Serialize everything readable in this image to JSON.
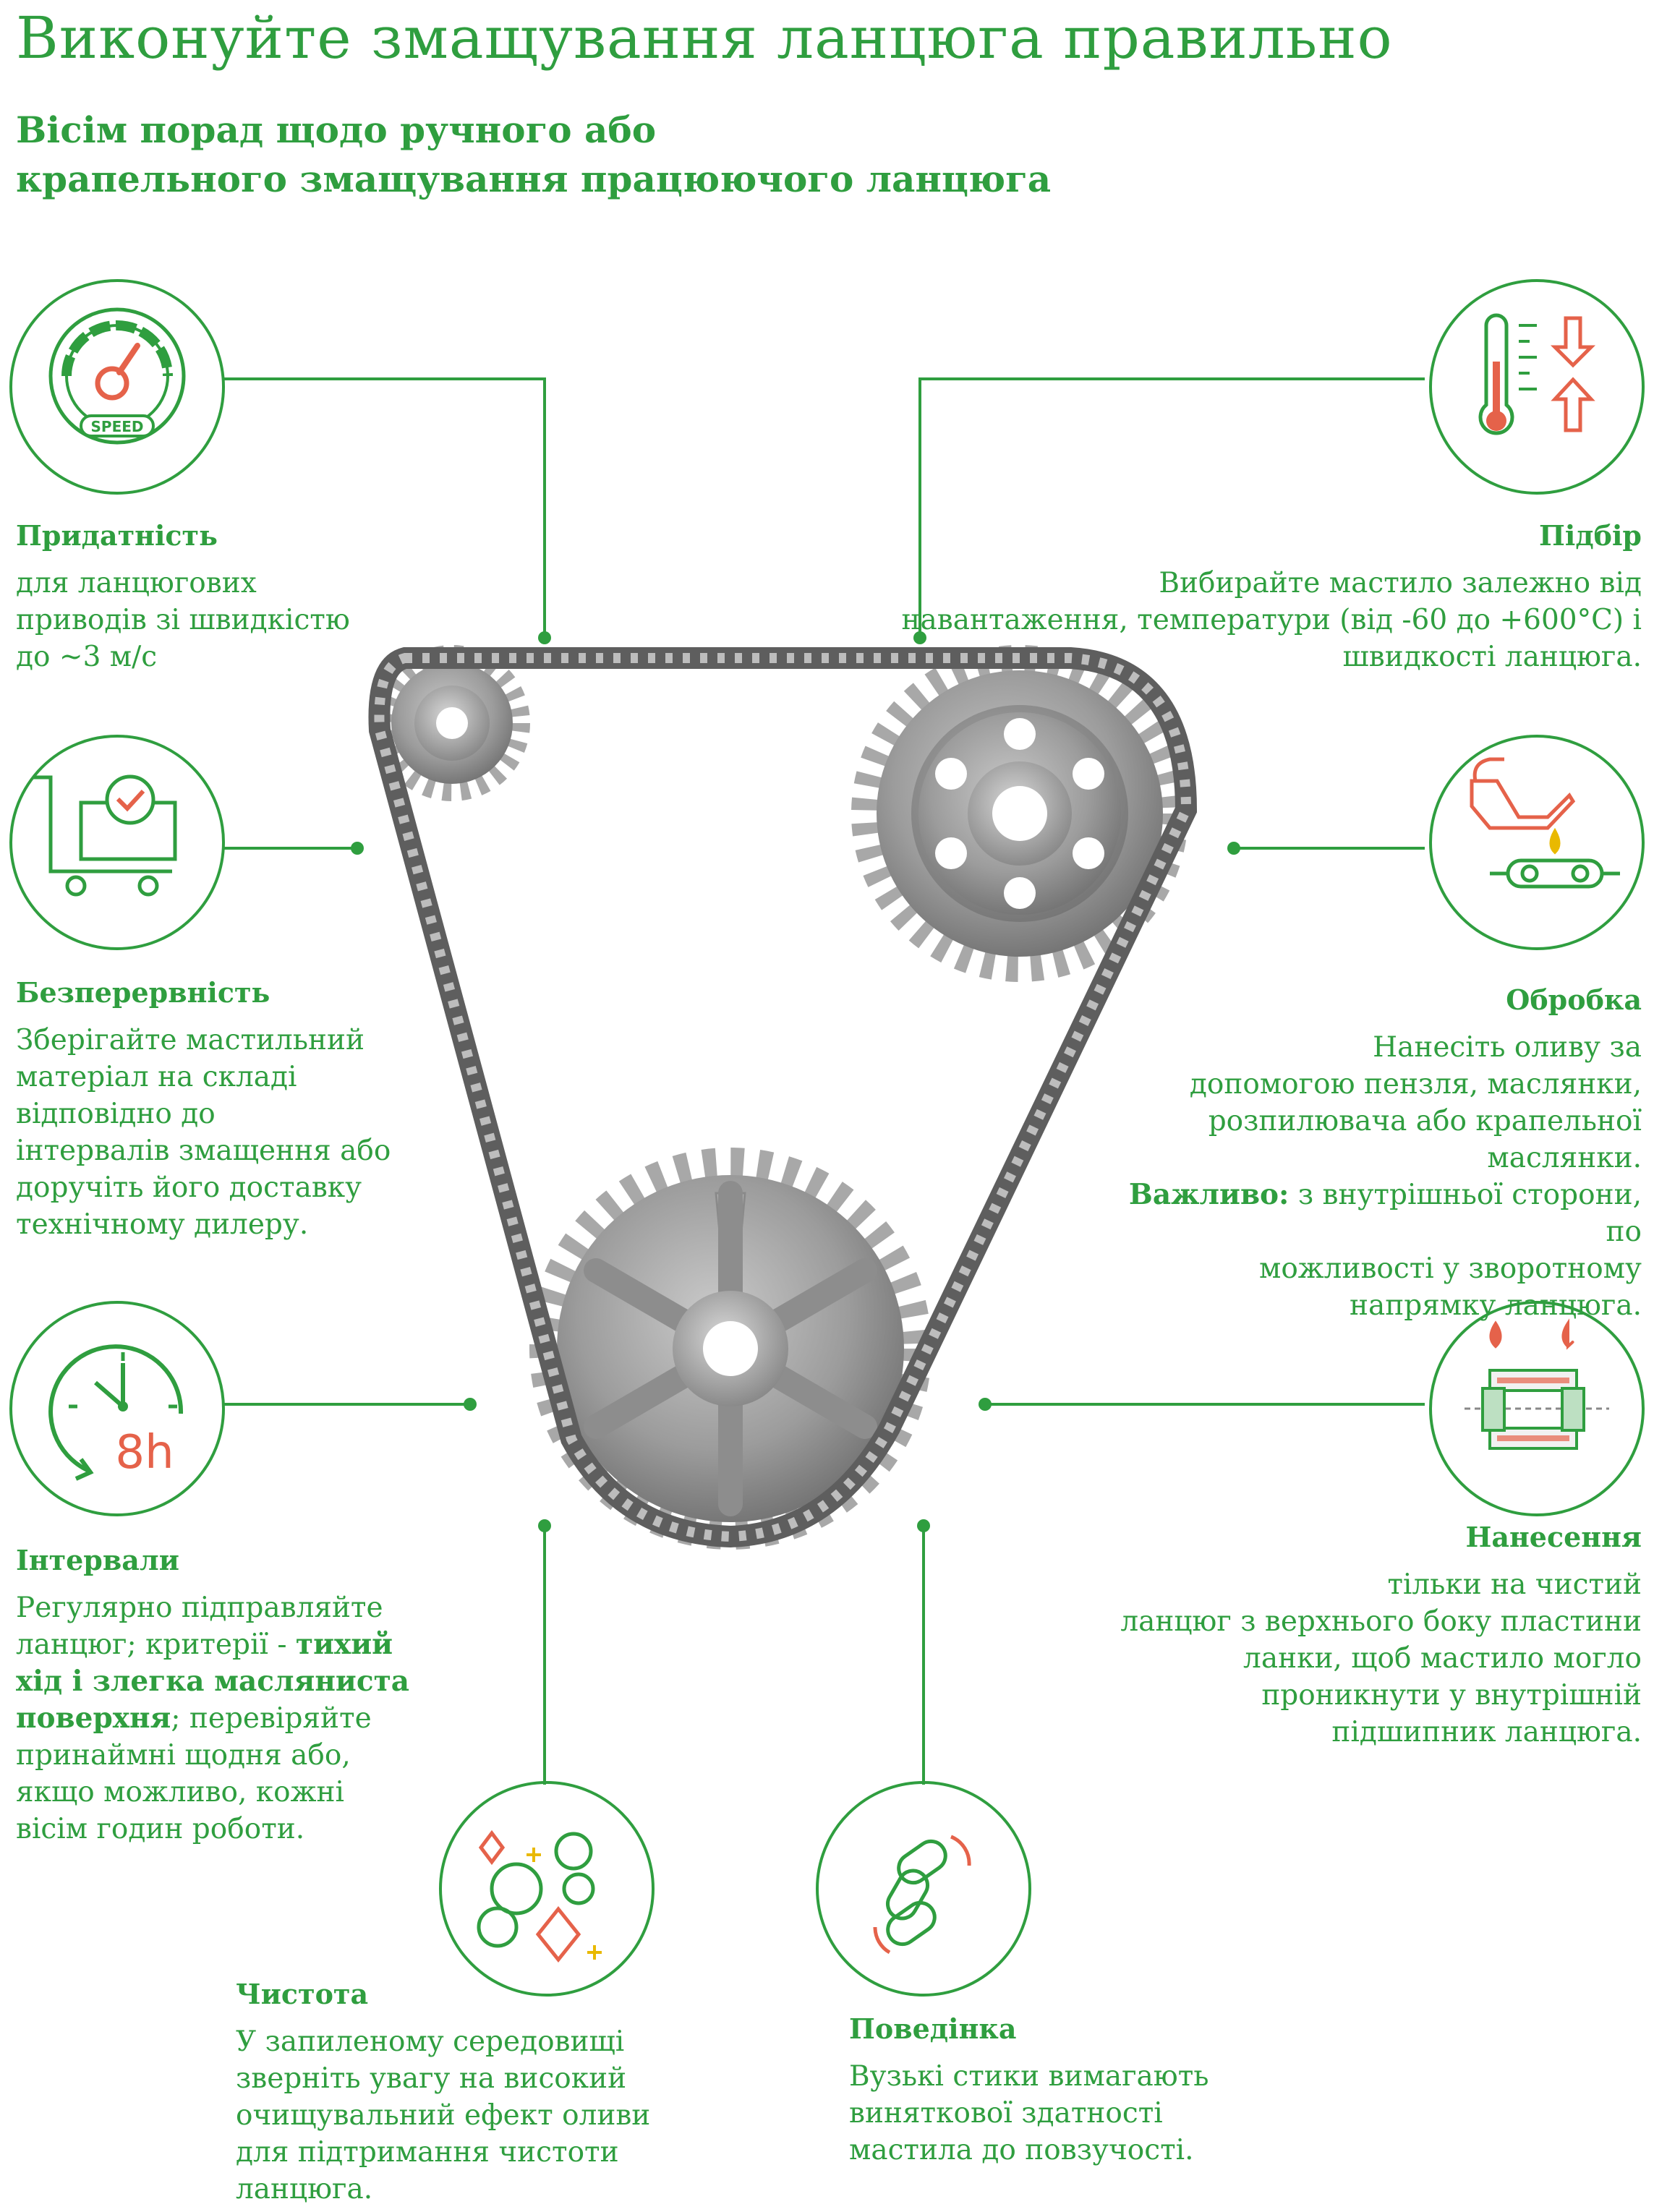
{
  "title": "Виконуйте змащування ланцюга правильно",
  "subtitle": {
    "line1": "Вісім порад щодо ручного або",
    "line2": "крапельного змащування працюючого ланцюга"
  },
  "colors": {
    "green": "#2f9e3f",
    "red": "#e5624a",
    "yellow": "#e9b900",
    "gear": "#9a9a9a",
    "chain": "#6b6b6b"
  },
  "tips": {
    "suitability": {
      "icon": "speedometer-icon",
      "icon_text": "SPEED",
      "heading": "Придатність",
      "text": [
        "для ланцюгових",
        "приводів зі швидкістю",
        "до ~3 м/с"
      ]
    },
    "continuity": {
      "icon": "cart-check-icon",
      "heading": "Безперервність",
      "text": [
        "Зберігайте мастильний",
        "матеріал на складі",
        "відповідно до",
        "інтервалів змащення або",
        "доручіть його доставку",
        "технічному дилеру."
      ]
    },
    "intervals": {
      "icon": "clock-8h-icon",
      "icon_text": "8h",
      "heading": "Інтервали",
      "line1": "Регулярно підправляйте",
      "line2_pre": "ланцюг; критерії - ",
      "line2_bold": "тихий",
      "line3_bold": "хід і злегка масляниста",
      "line4_bold": "поверхня",
      "line4_post": "; перевіряйте",
      "line5": "принаймні щодня або,",
      "line6": "якщо можливо, кожні",
      "line7": "вісім годин роботи."
    },
    "cleanliness": {
      "icon": "sparkle-bubbles-icon",
      "heading": "Чистота",
      "text": [
        "У запиленому середовищі",
        "зверніть увагу на високий",
        "очищувальний ефект оливи",
        "для підтримання чистоти",
        "ланцюга."
      ]
    },
    "behavior": {
      "icon": "chain-links-icon",
      "heading": "Поведінка",
      "text": [
        "Вузькі стики вимагають",
        "виняткової здатності",
        "мастила до повзучості."
      ]
    },
    "selection": {
      "icon": "thermometer-arrows-icon",
      "heading": "Підбір",
      "text": [
        "Вибирайте мастило залежно від",
        "навантаження, температури (від -60 до +600°C) і",
        "швидкості ланцюга."
      ]
    },
    "processing": {
      "icon": "oilcan-chain-icon",
      "heading": "Обробка",
      "text": [
        "Нанесіть оливу за",
        "допомогою пензля, маслянки,",
        "розпилювача або крапельної",
        "маслянки."
      ],
      "important_label": "Важливо:",
      "important_rest": " з внутрішньої сторони, по",
      "important_text": [
        "можливості у зворотному",
        "напрямку ланцюга."
      ]
    },
    "application": {
      "icon": "chain-drops-icon",
      "heading": "Нанесення",
      "text": [
        "тільки на чистий",
        "ланцюг з верхнього боку пластини",
        "ланки, щоб мастило могло",
        "проникнути у внутрішній",
        "підшипник ланцюга."
      ]
    }
  }
}
